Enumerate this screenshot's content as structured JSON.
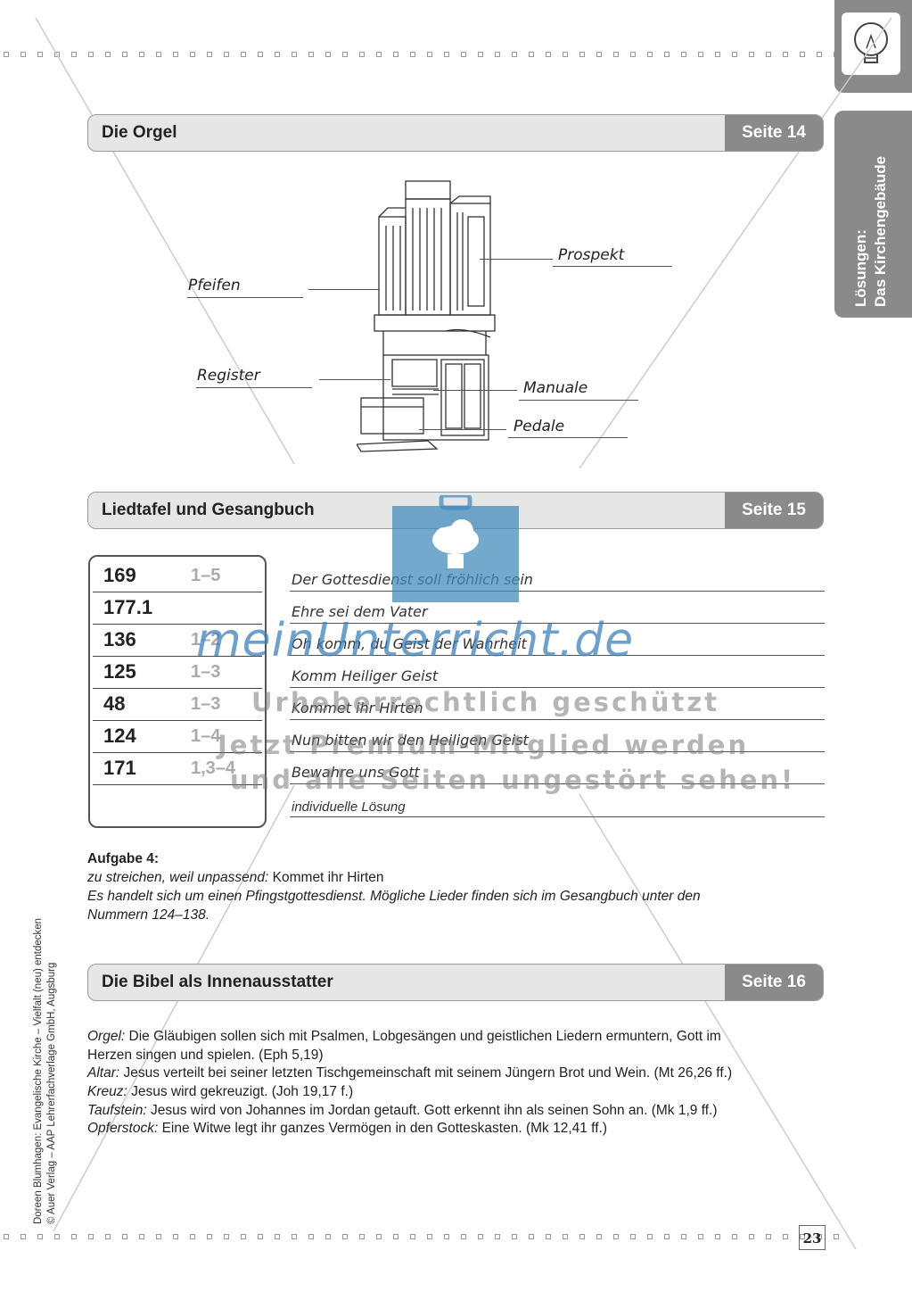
{
  "side_tab": {
    "line1": "Lösungen:",
    "line2": "Das Kirchengebäude"
  },
  "sections": {
    "orgel": {
      "title": "Die Orgel",
      "page": "Seite 14"
    },
    "liedtafel": {
      "title": "Liedtafel und Gesangbuch",
      "page": "Seite 15"
    },
    "bibel": {
      "title": "Die Bibel als Innenausstatter",
      "page": "Seite 16"
    }
  },
  "organ_labels": {
    "pfeifen": "Pfeifen",
    "prospekt": "Prospekt",
    "register": "Register",
    "manuale": "Manuale",
    "pedale": "Pedale"
  },
  "hymns": [
    {
      "number": "169",
      "verses": "1–5",
      "song": "Der Gottesdienst soll fröhlich sein"
    },
    {
      "number": "177.1",
      "verses": "",
      "song": "Ehre sei dem Vater"
    },
    {
      "number": "136",
      "verses": "1–2",
      "song": "Oh komm, du Geist der Wahrheit"
    },
    {
      "number": "125",
      "verses": "1–3",
      "song": "Komm Heiliger Geist"
    },
    {
      "number": "48",
      "verses": "1–3",
      "song": "Kommet ihr Hirten"
    },
    {
      "number": "124",
      "verses": "1–4",
      "song": "Nun bitten wir den Heiligen Geist"
    },
    {
      "number": "171",
      "verses": "1,3–4",
      "song": "Bewahre uns Gott"
    }
  ],
  "individual": "individuelle Lösung",
  "aufgabe4": {
    "heading": "Aufgabe 4:",
    "strike_label": "zu streichen, weil unpassend:",
    "strike_value": "Kommet ihr Hirten",
    "explanation_1": "Es handelt sich um einen Pfingstgottesdienst. Mögliche Lieder finden sich im Gesangbuch unter den",
    "explanation_2": "Nummern 124–138."
  },
  "bible": [
    {
      "label": "Orgel:",
      "text": "Die Gläubigen sollen sich mit Psalmen, Lobgesängen und geistlichen Liedern ermuntern, Gott im",
      "text2": "Herzen singen und spielen. (Eph 5,19)"
    },
    {
      "label": "Altar:",
      "text": "Jesus verteilt bei seiner letzten Tischgemeinschaft mit seinem Jüngern Brot und Wein. (Mt 26,26 ff.)"
    },
    {
      "label": "Kreuz:",
      "text": "Jesus wird gekreuzigt. (Joh 19,17 f.)"
    },
    {
      "label": "Taufstein:",
      "text": "Jesus wird von Johannes im Jordan getauft. Gott erkennt ihn als seinen Sohn an. (Mk 1,9 ff.)"
    },
    {
      "label": "Opferstock:",
      "text": "Eine Witwe legt ihr ganzes Vermögen in den Gotteskasten. (Mk 12,41 ff.)"
    }
  ],
  "watermark": {
    "brand": "meinUnterricht.de",
    "line1": "Urheberrechtlich geschützt",
    "line2": "Jetzt Premium-Mitglied werden",
    "line3": "und alle Seiten ungestört sehen!"
  },
  "credit": {
    "line1": "Doreen Blumhagen: Evangelische Kirche – Vielfalt (neu) entdecken",
    "line2": "© Auer Verlag – AAP Lehrerfachverlage GmbH, Augsburg"
  },
  "page_number": "23"
}
